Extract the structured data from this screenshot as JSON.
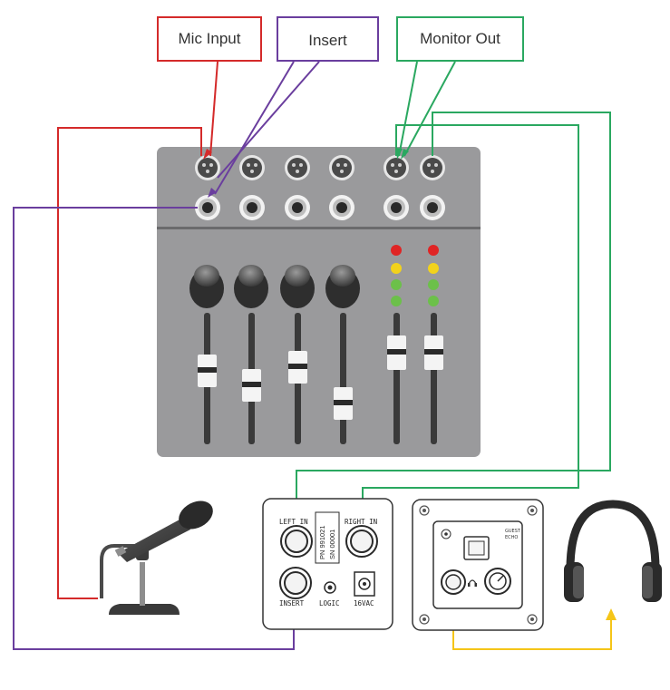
{
  "callouts": {
    "mic_input": "Mic Input",
    "insert": "Insert",
    "monitor_out": "Monitor Out"
  },
  "interface_box": {
    "left_in": "LEFT IN",
    "right_in": "RIGHT IN",
    "insert": "INSERT",
    "logic": "LOGIC",
    "power": "16VAC",
    "label_pn": "PN 991021",
    "label_sn": "SN 00001"
  },
  "guest_box": {
    "label_line1": "GUEST",
    "label_line2": "ECHO"
  },
  "colors": {
    "mic_input": "#d42a2a",
    "insert": "#6a3e9e",
    "monitor_out": "#2aa860",
    "headphones": "#f5c518",
    "mixer_body": "#9a9a9c"
  },
  "icons": [
    "microphone-icon",
    "headphones-icon",
    "xlr-jack-icon",
    "quarter-inch-jack-icon",
    "fader-icon",
    "knob-icon"
  ]
}
